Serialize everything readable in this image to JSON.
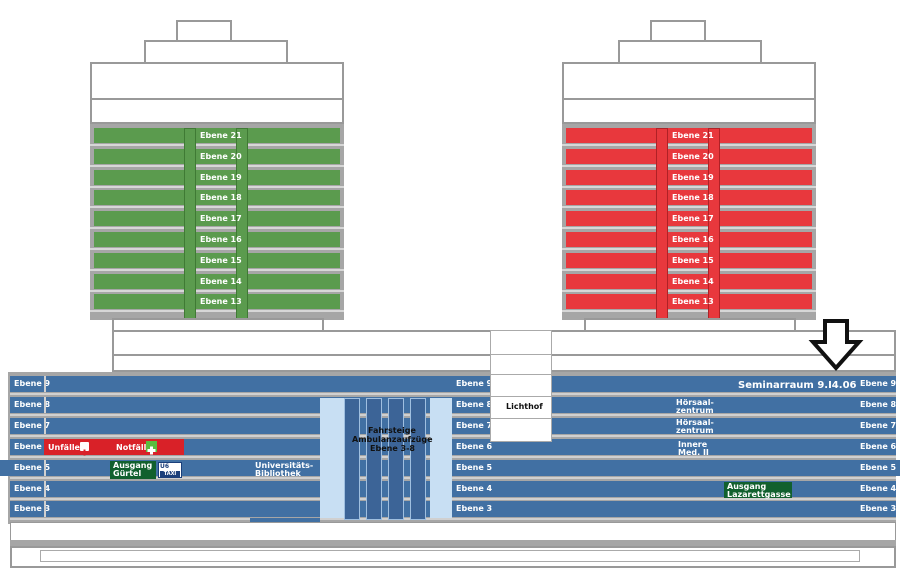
{
  "tower_west": {
    "levels": [
      "Ebene 21",
      "Ebene 20",
      "Ebene 19",
      "Ebene 18",
      "Ebene 17",
      "Ebene 16",
      "Ebene 15",
      "Ebene 14",
      "Ebene 13"
    ],
    "color": "#5b9b4e"
  },
  "tower_east": {
    "levels": [
      "Ebene 21",
      "Ebene 20",
      "Ebene 19",
      "Ebene 18",
      "Ebene 17",
      "Ebene 16",
      "Ebene 15",
      "Ebene 14",
      "Ebene 13"
    ],
    "color": "#e8383d"
  },
  "base": {
    "levels": [
      "Ebene 9",
      "Ebene 8",
      "Ebene 7",
      "Ebene 6",
      "Ebene 5",
      "Ebene 4",
      "Ebene 3"
    ],
    "color": "#4170a3"
  },
  "labels": {
    "lichthof": "Lichthof",
    "fahrsteige": "Fahrsteige",
    "ambulanzaufzuege": "Ambulanzaufzüge",
    "ebene_range": "Ebene 3-8",
    "bib_line1": "Universitäts-",
    "bib_line2": "Bibliothek",
    "hoersaal1_line1": "Hörsaal-",
    "hoersaal1_line2": "zentrum",
    "hoersaal2_line1": "Hörsaal-",
    "hoersaal2_line2": "zentrum",
    "innere_line1": "Innere",
    "innere_line2": "Med. II",
    "unfaelle": "Unfälle",
    "notfaelle": "Notfälle",
    "ausgang_guertel_line1": "Ausgang",
    "ausgang_guertel_line2": "Gürtel",
    "ubahn": "U6",
    "taxi_top": "TAXI",
    "ausgang_laz_line1": "Ausgang",
    "ausgang_laz_line2": "Lazarettgasse",
    "seminarraum": "Seminarraum 9.I4.06"
  },
  "colors": {
    "green": "#5b9b4e",
    "red": "#e8383d",
    "blue": "#4170a3",
    "exit_green": "#11602e",
    "emergency_red": "#d92128",
    "lift_blue": "#c8dff3"
  }
}
